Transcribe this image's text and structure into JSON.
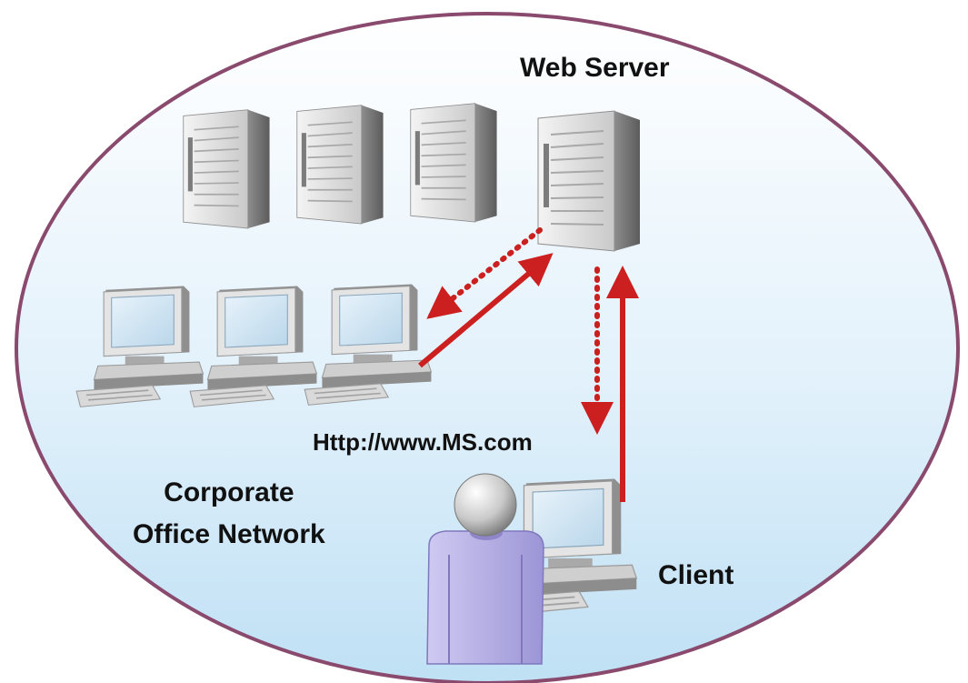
{
  "diagram": {
    "labels": {
      "web_server": "Web Server",
      "url": "Http://www.MS.com",
      "corporate_line1": "Corporate",
      "corporate_line2": "Office Network",
      "client": "Client"
    },
    "colors": {
      "ellipse_stroke": "#8a4a6e",
      "ellipse_fill_top": "#ffffff",
      "ellipse_fill_bottom": "#bfe0f4",
      "arrow": "#cc1f1f",
      "person": "#b9b3e6"
    },
    "nodes": [
      "server",
      "server",
      "server",
      "web-server",
      "workstation",
      "workstation",
      "workstation",
      "client-workstation",
      "user"
    ],
    "connections": [
      {
        "from": "web-server",
        "to": "workstation",
        "style": "dotted"
      },
      {
        "from": "workstation",
        "to": "web-server",
        "style": "solid"
      },
      {
        "from": "web-server",
        "to": "client",
        "style": "dotted"
      },
      {
        "from": "client",
        "to": "web-server",
        "style": "solid"
      }
    ]
  }
}
